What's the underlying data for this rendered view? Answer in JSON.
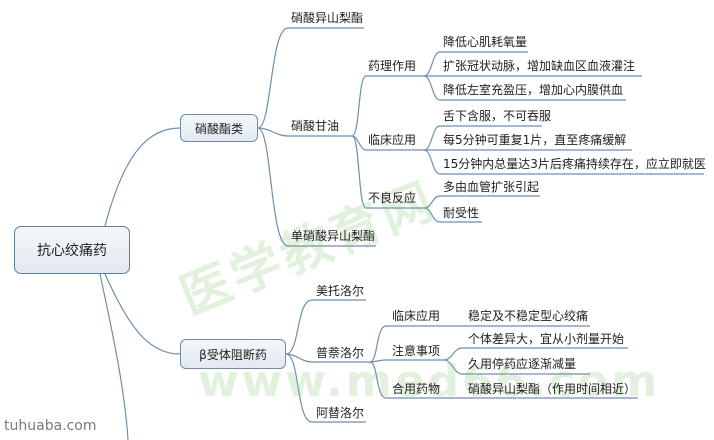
{
  "root": {
    "label": "抗心绞痛药"
  },
  "nitrates": {
    "label": "硝酸酯类",
    "isosorbide_dinitrate": "硝酸异山梨酯",
    "nitroglycerin": {
      "label": "硝酸甘油",
      "pharmacology": {
        "label": "药理作用",
        "items": [
          "降低心肌耗氧量",
          "扩张冠状动脉，增加缺血区血液灌注",
          "降低左室充盈压，增加心内膜供血"
        ]
      },
      "clinical": {
        "label": "临床应用",
        "items": [
          "舌下含服，不可吞服",
          "每5分钟可重复1片，直至疼痛缓解",
          "15分钟内总量达3片后疼痛持续存在，应立即就医"
        ]
      },
      "adverse": {
        "label": "不良反应",
        "items": [
          "多由血管扩张引起",
          "耐受性"
        ]
      }
    },
    "isosorbide_mononitrate": "单硝酸异山梨酯"
  },
  "beta_blockers": {
    "label": "β受体阻断药",
    "metoprolol": "美托洛尔",
    "propranolol": {
      "label": "普萘洛尔",
      "clinical": {
        "label": "临床应用",
        "item": "稳定及不稳定型心绞痛"
      },
      "precautions": {
        "label": "注意事项",
        "items": [
          "个体差异大，宜从小剂量开始",
          "久用停药应逐渐减量"
        ]
      },
      "combination": {
        "label": "合用药物",
        "item": "硝酸异山梨酯（作用时间相近）"
      }
    },
    "atenolol": "阿替洛尔"
  },
  "watermark": {
    "chinese": "医学教育网",
    "url": "www.med66.com",
    "site": "tuhuaba.com"
  },
  "colors": {
    "branch": "#6f8fae",
    "watermark": "#8cc878"
  }
}
